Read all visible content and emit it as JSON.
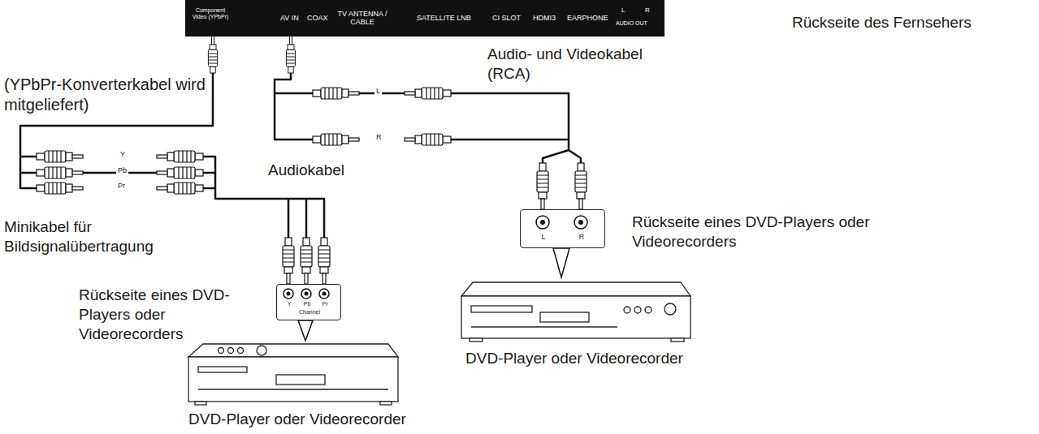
{
  "diagram": {
    "nodes": [
      {
        "text": [
          "Component Video (YPbPr)",
          "AV IN",
          "COAX",
          "TV ANTENNA / CABLE",
          "SATELLITE LNB",
          "CI SLOT",
          "HDMI3",
          "EARPHONE",
          "L",
          "R",
          "AUDIO OUT"
        ]
      },
      {
        "text": [
          "Y",
          "Pb",
          "Pr",
          "Channel"
        ]
      },
      {
        "text": [
          "L",
          "R"
        ]
      }
    ],
    "edges": [
      {
        "from": 0,
        "to": 1,
        "arrow": "none"
      },
      {
        "from": 0,
        "to": 2,
        "arrow": "none"
      }
    ],
    "labels": [
      "Rückseite des Fernsehers",
      "(YPbPr-Konverterkabel wird mitgeliefert)",
      "Audio- und Videokabel (RCA)",
      "L",
      "R",
      "Y",
      "Pb",
      "Pr",
      "Audiokabel",
      "Minikabel für Bildsignalübertragung",
      "Rückseite eines DVD-Players oder Videorecorders",
      "Rückseite eines DVD-Players oder Videorecorders",
      "DVD-Player oder Videorecorder",
      "DVD-Player oder Videorecorder"
    ]
  }
}
